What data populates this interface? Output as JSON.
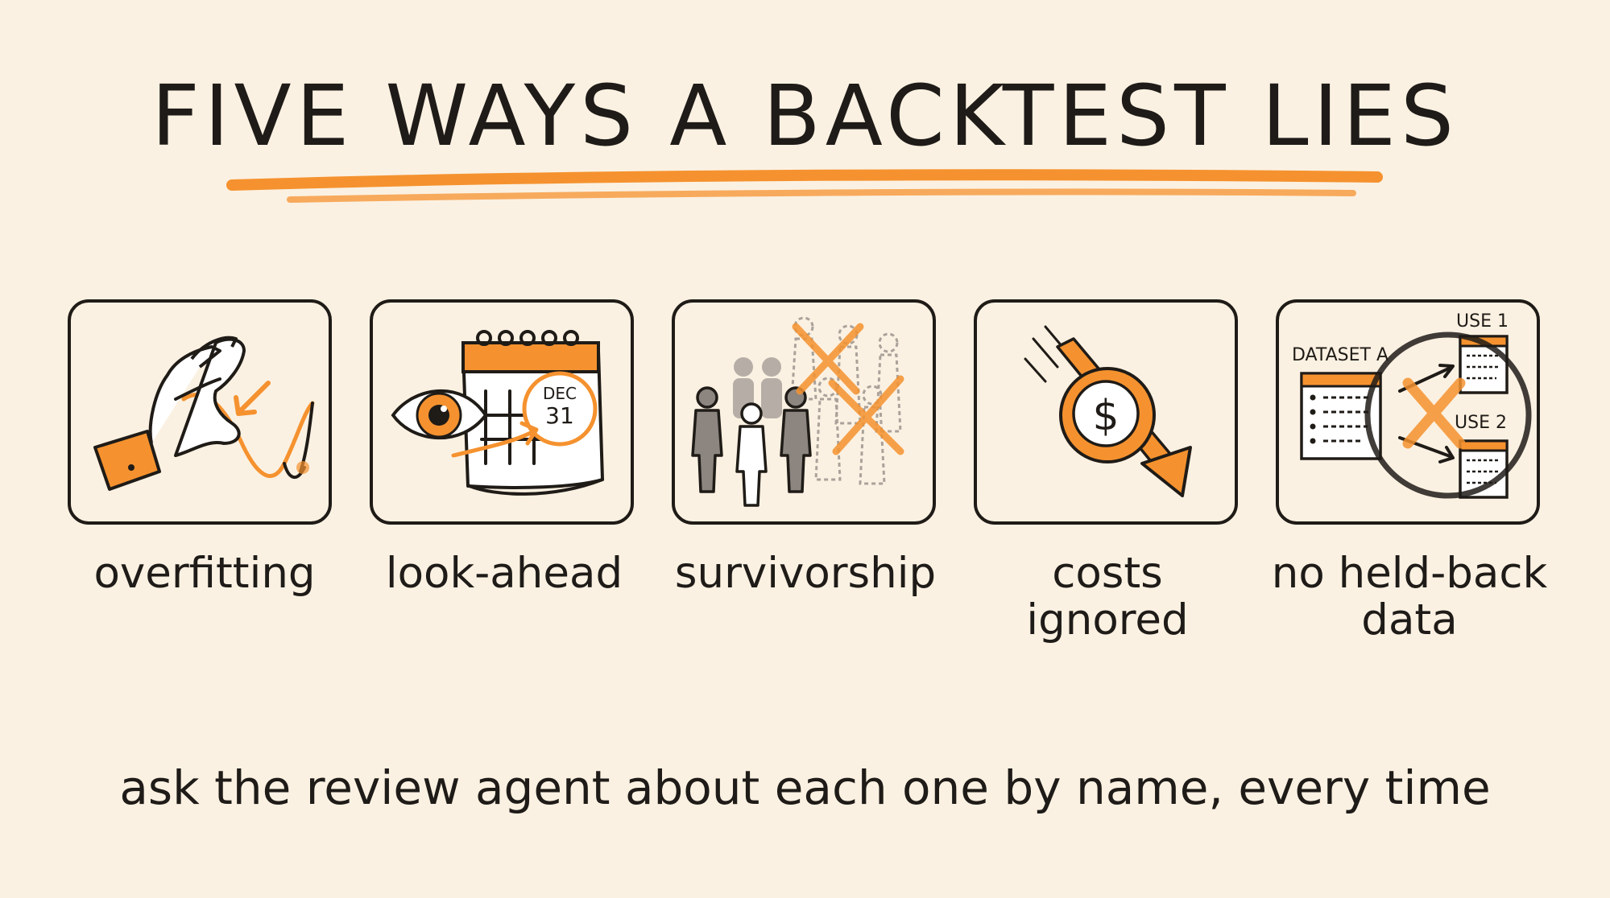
{
  "title": "FIVE WAYS A BACKTEST LIES",
  "colors": {
    "accent": "#f5922f",
    "ink": "#1f1b17",
    "background": "#fbf1e2"
  },
  "panels": [
    {
      "label_line1": "overfitting",
      "label_line2": "",
      "icon": "hand-bending-curve-icon"
    },
    {
      "label_line1": "look-ahead",
      "label_line2": "",
      "icon": "eye-calendar-icon",
      "calendar_month": "DEC",
      "calendar_day": "31"
    },
    {
      "label_line1": "survivorship",
      "label_line2": "",
      "icon": "crossed-out-people-icon"
    },
    {
      "label_line1": "costs",
      "label_line2": "ignored",
      "icon": "falling-dollar-coin-icon",
      "coin_symbol": "$"
    },
    {
      "label_line1": "no held-back",
      "label_line2": "data",
      "icon": "dataset-reuse-icon",
      "dataset_label": "DATASET A",
      "use1_label": "USE 1",
      "use2_label": "USE 2"
    }
  ],
  "footer": "ask the review agent about each one by name, every time"
}
